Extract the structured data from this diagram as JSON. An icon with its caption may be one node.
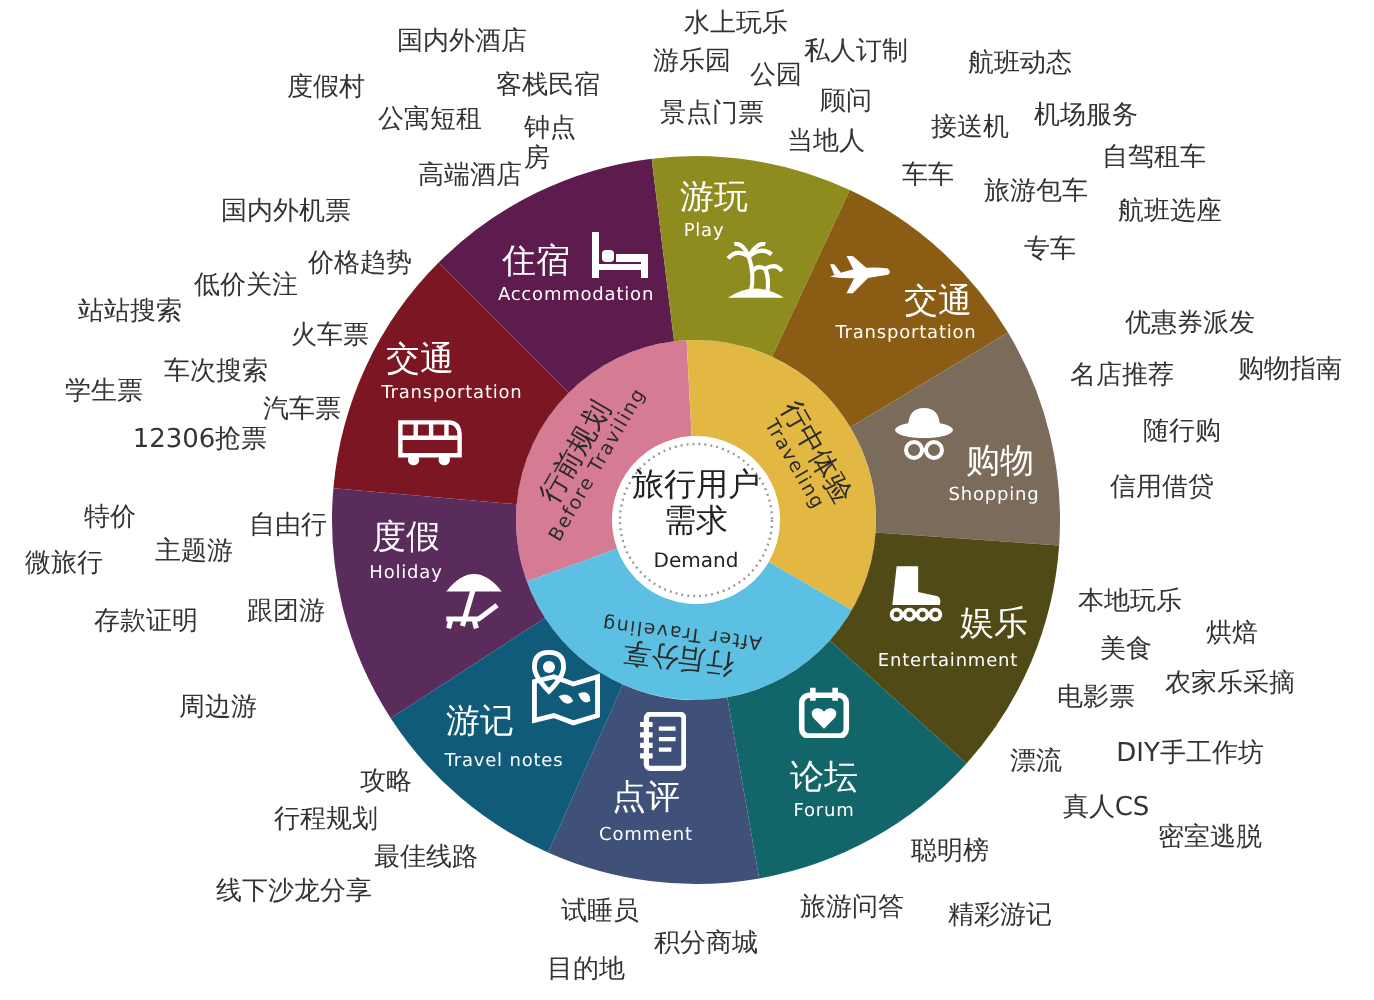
{
  "diagram": {
    "nodes": [
      {
        "text": [
          "旅行用户需求",
          "Demand"
        ]
      },
      {
        "text": [
          "行前规划",
          "Before Traviling"
        ]
      },
      {
        "text": [
          "行中体验",
          "Traveling"
        ]
      },
      {
        "text": [
          "行后分享",
          "After Traveling"
        ]
      },
      {
        "text": [
          "住宿",
          "Accommodation"
        ],
        "beside": [
          "国内外酒店",
          "度假村",
          "客栈民宿",
          "公寓短租",
          "钟点房",
          "高端酒店"
        ]
      },
      {
        "text": [
          "交通",
          "Transportation"
        ],
        "beside": [
          "国内外机票",
          "价格趋势",
          "低价关注",
          "站站搜索",
          "火车票",
          "车次搜索",
          "学生票",
          "汽车票",
          "12306抢票"
        ]
      },
      {
        "text": [
          "度假",
          "Holiday"
        ],
        "beside": [
          "特价",
          "自由行",
          "主题游",
          "微旅行",
          "跟团游",
          "存款证明",
          "周边游"
        ]
      },
      {
        "text": [
          "游玩",
          "Play"
        ],
        "beside": [
          "水上玩乐",
          "私人订制",
          "游乐园",
          "公园",
          "顾问",
          "景点门票",
          "当地人"
        ]
      },
      {
        "text": [
          "交通",
          "Transportation"
        ],
        "beside": [
          "航班动态",
          "机场服务",
          "接送机",
          "自驾租车",
          "车车",
          "旅游包车",
          "航班选座",
          "专车"
        ]
      },
      {
        "text": [
          "购物",
          "Shopping"
        ],
        "beside": [
          "优惠券派发",
          "名店推荐",
          "购物指南",
          "随行购",
          "信用借贷"
        ]
      },
      {
        "text": [
          "娱乐",
          "Entertainment"
        ],
        "beside": [
          "本地玩乐",
          "烘焙",
          "美食",
          "农家乐采摘",
          "电影票",
          "漂流",
          "DIY手工作坊",
          "真人CS",
          "密室逃脱"
        ]
      },
      {
        "text": [
          "论坛",
          "Forum"
        ],
        "beside": [
          "聪明榜",
          "旅游问答",
          "精彩游记"
        ]
      },
      {
        "text": [
          "点评",
          "Comment"
        ],
        "beside": [
          "试睡员",
          "积分商城",
          "目的地"
        ]
      },
      {
        "text": [
          "游记",
          "Travel notes"
        ],
        "beside": [
          "攻略",
          "行程规划",
          "最佳线路",
          "线下沙龙分享"
        ]
      }
    ]
  }
}
